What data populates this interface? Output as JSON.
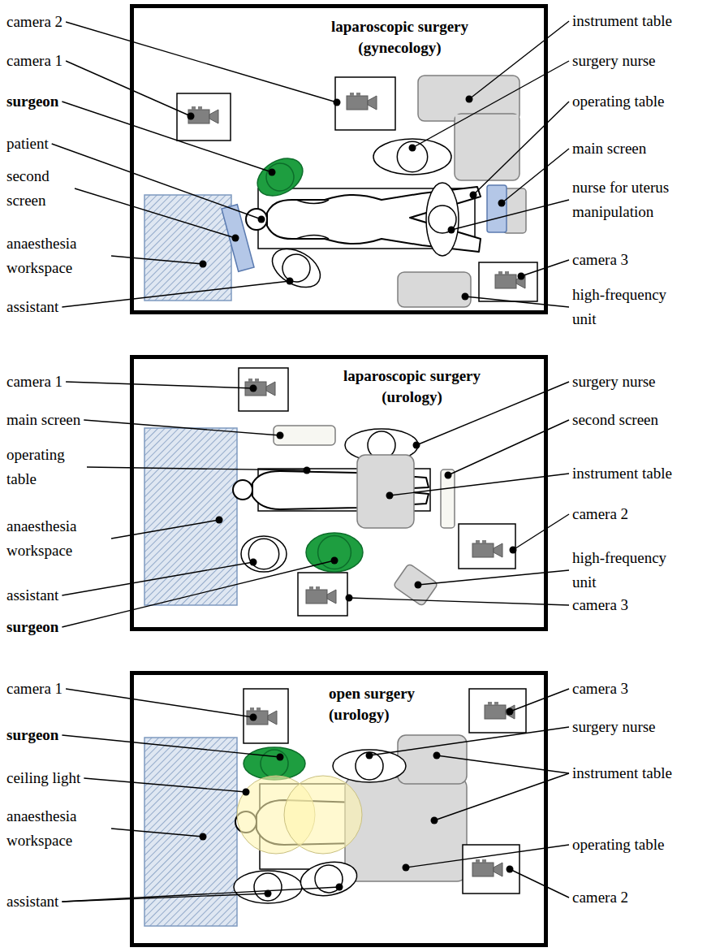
{
  "diagram": {
    "nodes": [
      {
        "text": [
          "laparoscopic surgery (gynecology)"
        ]
      },
      {
        "text": [
          "laparoscopic surgery (urology)"
        ]
      },
      {
        "text": [
          "open surgery (urology)"
        ]
      }
    ],
    "labels": [
      "camera 2",
      "camera 1",
      "surgeon",
      "patient",
      "second screen",
      "anaesthesia workspace",
      "assistant",
      "instrument table",
      "surgery nurse",
      "operating table",
      "main screen",
      "nurse for uterus manipulation",
      "camera 3",
      "high-frequency unit",
      "camera 1",
      "main screen",
      "operating table",
      "anaesthesia workspace",
      "assistant",
      "surgeon",
      "surgery nurse",
      "second screen",
      "instrument table",
      "camera 2",
      "high-frequency unit",
      "camera 3",
      "camera 1",
      "surgeon",
      "ceiling light",
      "anaesthesia workspace",
      "assistant",
      "camera 3",
      "surgery nurse",
      "instrument table",
      "operating table",
      "camera 2"
    ]
  }
}
